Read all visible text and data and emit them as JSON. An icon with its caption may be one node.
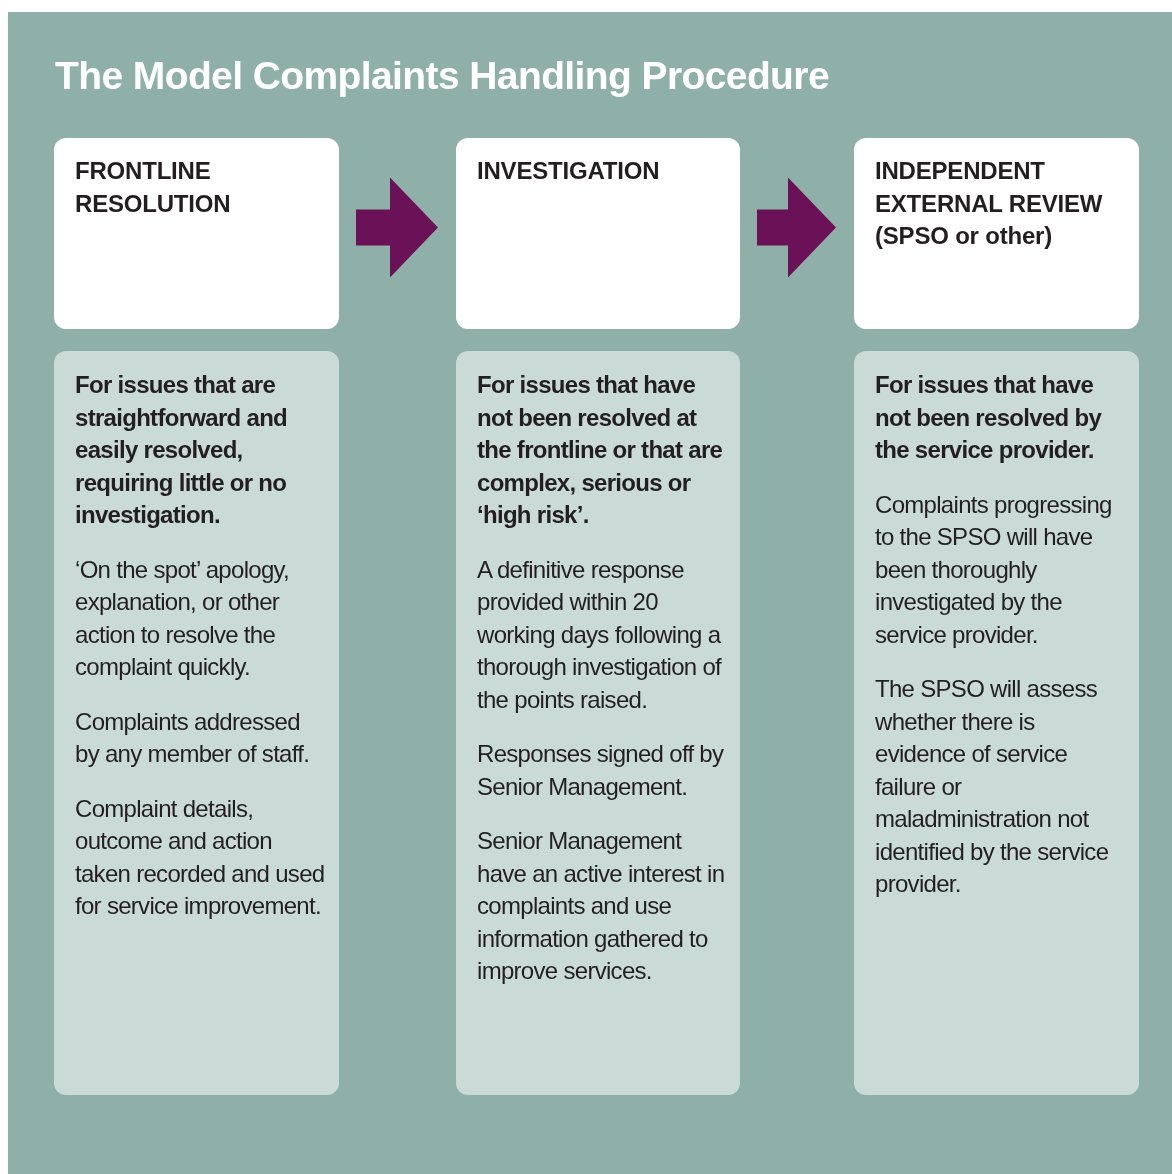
{
  "diagram": {
    "title": "The Model Complaints Handling Procedure",
    "nodes": [
      {
        "text": [
          "FRONTLINE RESOLUTION"
        ]
      },
      {
        "text": [
          "INVESTIGATION"
        ]
      },
      {
        "text": [
          "INDEPENDENT EXTERNAL REVIEW (SPSO or other)"
        ]
      },
      {
        "text": [
          "For issues that are straightforward and easily resolved, requiring little or no investigation.",
          "‘On the spot’ apology, explanation, or other action to resolve the complaint quickly.",
          "Complaints addressed by any member of staff.",
          "Complaint details, outcome and action taken recorded and used for service improvement."
        ]
      },
      {
        "text": [
          "For issues that have not been resolved at the frontline or that are complex, serious or ‘high risk’.",
          "A definitive response provided within 20 working days following a thorough investigation of the points raised.",
          "Responses signed off by Senior Management.",
          "Senior Management have an active interest in complaints and use information gathered to improve services."
        ]
      },
      {
        "text": [
          "For issues that have not been resolved by the service provider.",
          "Complaints progressing to the SPSO will have been thoroughly investigated by the service provider.",
          "The SPSO will assess whether there is evidence of service failure or maladministration not identified by the service provider."
        ]
      }
    ],
    "edges": [
      {
        "from": 0,
        "to": 1,
        "arrow": "to"
      },
      {
        "from": 1,
        "to": 2,
        "arrow": "to"
      }
    ]
  }
}
